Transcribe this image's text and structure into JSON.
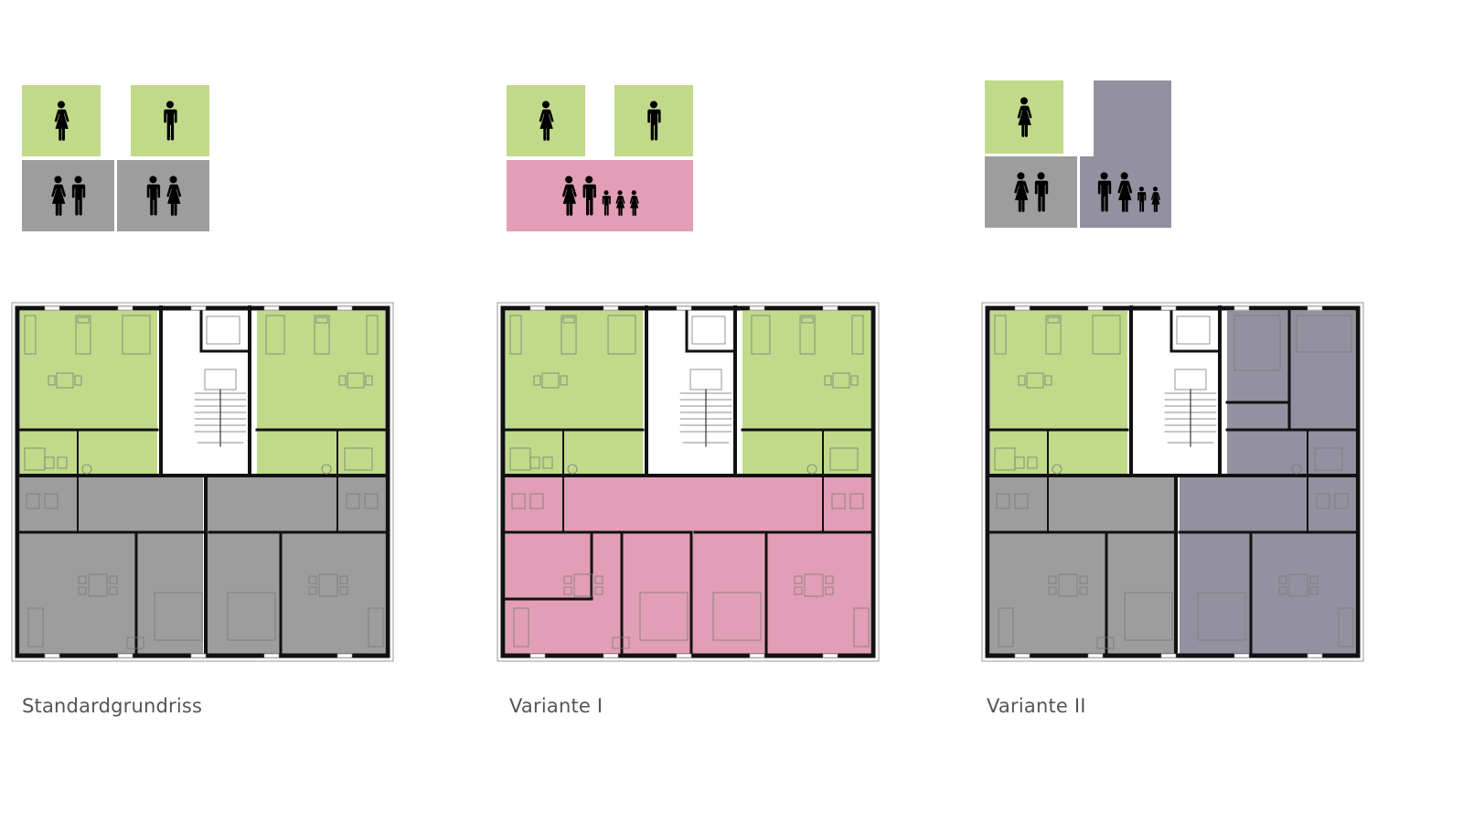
{
  "colors": {
    "single": "#c1da89",
    "couple": "#9d9d9d",
    "family": "#e29eb6",
    "shared": "#93919f",
    "wall": "#111111",
    "furniture": "#7a7a7a",
    "caption": "#555555"
  },
  "icons": {
    "woman": "woman-icon",
    "man": "man-icon",
    "girl": "girl-icon",
    "boy": "boy-icon"
  },
  "variants": [
    {
      "id": "standard",
      "caption": "Standardgrundriss",
      "tiles": [
        {
          "type": "single",
          "people": [
            "woman"
          ]
        },
        {
          "type": "single",
          "people": [
            "man"
          ]
        },
        {
          "type": "couple",
          "people": [
            "woman",
            "man"
          ]
        },
        {
          "type": "couple",
          "people": [
            "man",
            "woman"
          ]
        }
      ]
    },
    {
      "id": "variante-1",
      "caption": "Variante I",
      "tiles": [
        {
          "type": "single",
          "people": [
            "woman"
          ]
        },
        {
          "type": "single",
          "people": [
            "man"
          ]
        },
        {
          "type": "family",
          "people": [
            "woman",
            "man",
            "boy",
            "girl",
            "girl"
          ]
        }
      ]
    },
    {
      "id": "variante-2",
      "caption": "Variante II",
      "tiles": [
        {
          "type": "single",
          "people": [
            "woman"
          ]
        },
        {
          "type": "couple",
          "people": [
            "woman",
            "man"
          ]
        },
        {
          "type": "shared",
          "people": [
            "man",
            "woman",
            "boy",
            "girl"
          ]
        }
      ]
    }
  ]
}
